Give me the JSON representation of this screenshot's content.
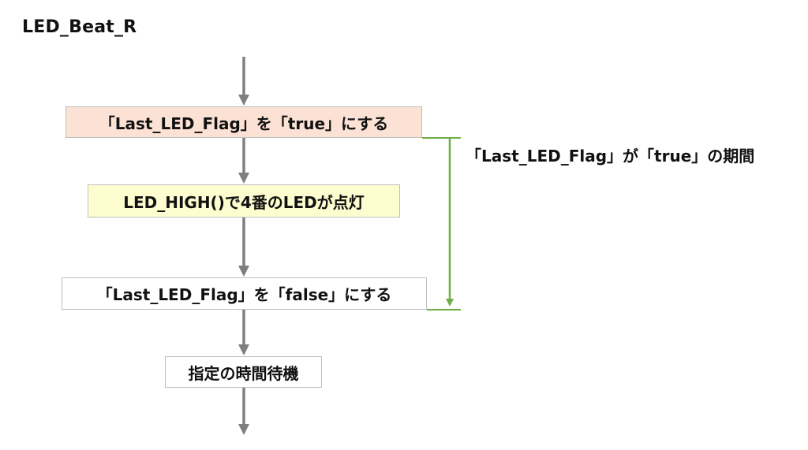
{
  "diagram": {
    "title": "LED_Beat_R",
    "nodes": [
      {
        "id": "n1",
        "label": "「Last_LED_Flag」を「true」にする",
        "fill": "#fbe2d5"
      },
      {
        "id": "n2",
        "label": "LED_HIGH()で4番のLEDが点灯",
        "fill": "#fefdcf"
      },
      {
        "id": "n3",
        "label": "「Last_LED_Flag」を「false」にする",
        "fill": "#ffffff"
      },
      {
        "id": "n4",
        "label": "指定の時間待機",
        "fill": "#ffffff"
      }
    ],
    "period": {
      "label": "「Last_LED_Flag」が「true」の期間",
      "color": "#70ad47"
    },
    "arrow_color": "#7f7f7f"
  }
}
